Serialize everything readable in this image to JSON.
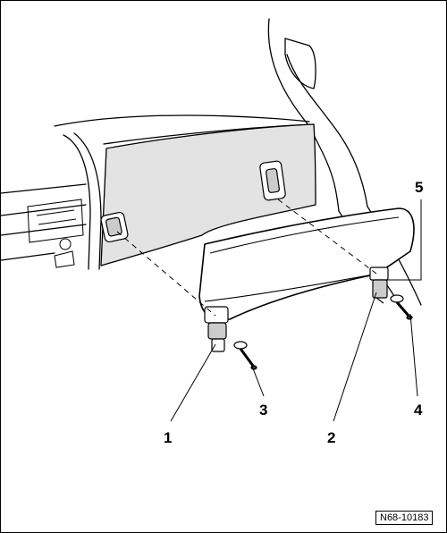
{
  "callouts": [
    "1",
    "2",
    "3",
    "4",
    "5"
  ],
  "reference_code": "N68-10183",
  "colors": {
    "line": "#000000",
    "trim_fill": "#e3e3e3",
    "visor_fill": "#ffffff",
    "background": "#ffffff"
  }
}
